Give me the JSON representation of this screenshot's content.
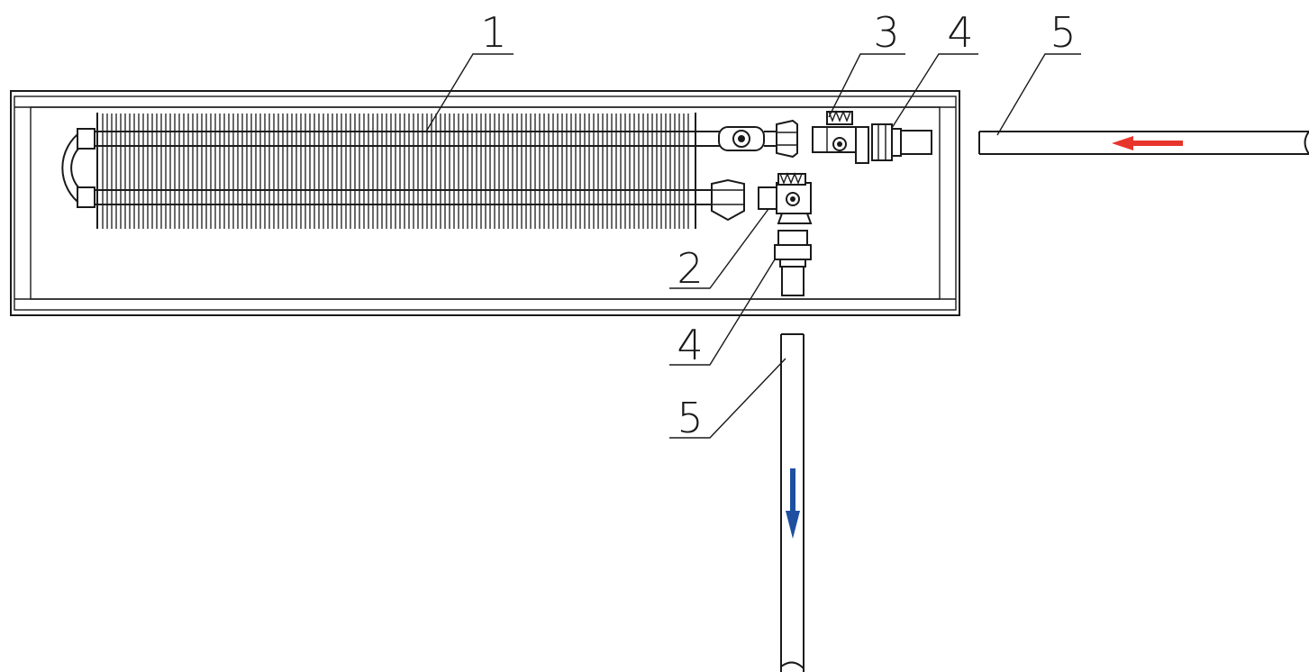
{
  "colors": {
    "supply_arrow": "#e8352b",
    "return_arrow": "#1f4fa0",
    "line": "#1a1a1a"
  },
  "callouts": {
    "fin_heat_exchanger": "1",
    "lower_valve": "2",
    "upper_valve": "3",
    "fitting_right": "4",
    "fitting_bottom": "4",
    "pipe_supply": "5",
    "pipe_return": "5"
  },
  "flow": {
    "supply_direction": "left",
    "return_direction": "down"
  },
  "icons": {
    "supply": "arrow-left-icon",
    "return": "arrow-down-icon"
  }
}
